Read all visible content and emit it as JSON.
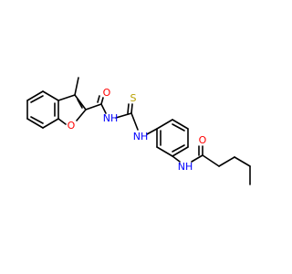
{
  "structure": {
    "atom_labels": {
      "amide_o_top": "O",
      "ring_o": "O",
      "nh_carbonyl": "NH",
      "thio_s": "S",
      "nh_thiourea": "NH",
      "nh_anilide": "NH",
      "amide_o_right": "O"
    },
    "colors": {
      "bond": "#000000",
      "oxygen": "#ff0000",
      "nitrogen": "#0000ff",
      "sulfur": "#b8a000"
    }
  }
}
